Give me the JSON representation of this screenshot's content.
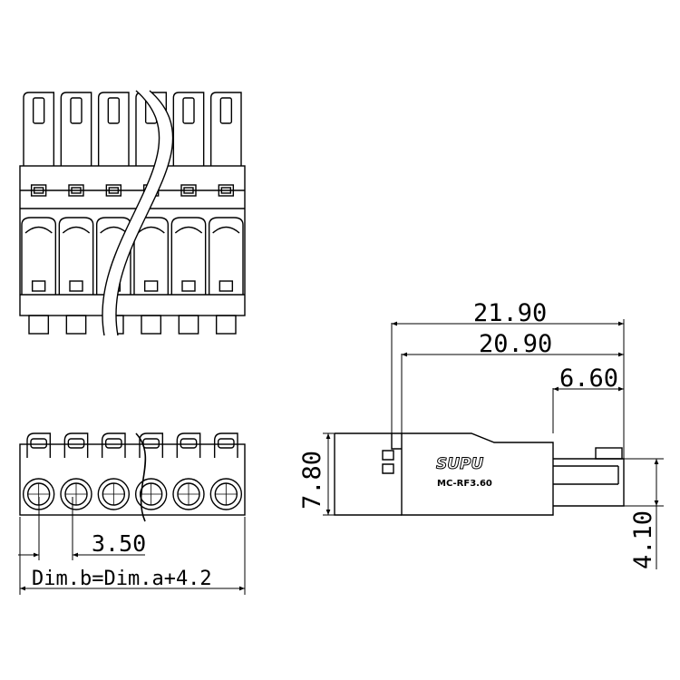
{
  "dimensions": {
    "overall_length": "21.90",
    "body_length": "20.90",
    "pin_length": "6.60",
    "height": "7.80",
    "pin_height": "4.10",
    "pitch": "3.50",
    "formula": "Dim.b=Dim.a+4.2"
  },
  "marking": {
    "brand": "SUPU",
    "part_number": "MC-RF3.60"
  },
  "colors": {
    "line": "#000000",
    "background": "#ffffff"
  }
}
